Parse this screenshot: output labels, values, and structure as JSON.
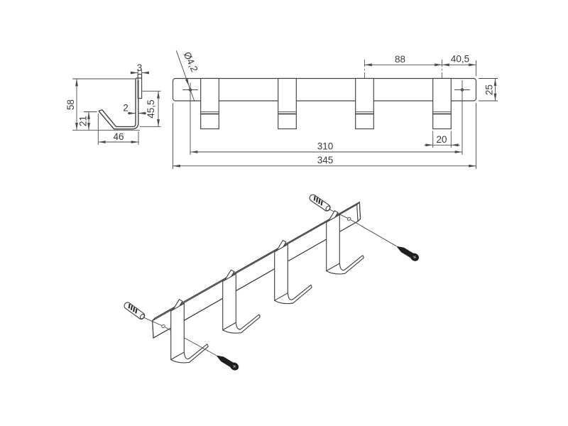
{
  "side_view": {
    "dim_58": "58",
    "dim_21": "21",
    "dim_46": "46",
    "dim_3": "3",
    "dim_2": "2",
    "dim_45_5": "45,5"
  },
  "front_view": {
    "dim_88": "88",
    "dim_40_5": "40,5",
    "dim_25": "25",
    "dim_20": "20",
    "dim_310": "310",
    "dim_345": "345",
    "dim_hole": "Ø4,2",
    "hook_count": 4
  },
  "iso_view": {
    "hook_count": 4,
    "wall_plug_count": 2,
    "screw_count": 2
  },
  "colors": {
    "background": "#ffffff",
    "line": "#434343",
    "text": "#3a3a3a",
    "screw_fill": "#1f1f1f",
    "hole_fill": "#5a5a5a"
  }
}
